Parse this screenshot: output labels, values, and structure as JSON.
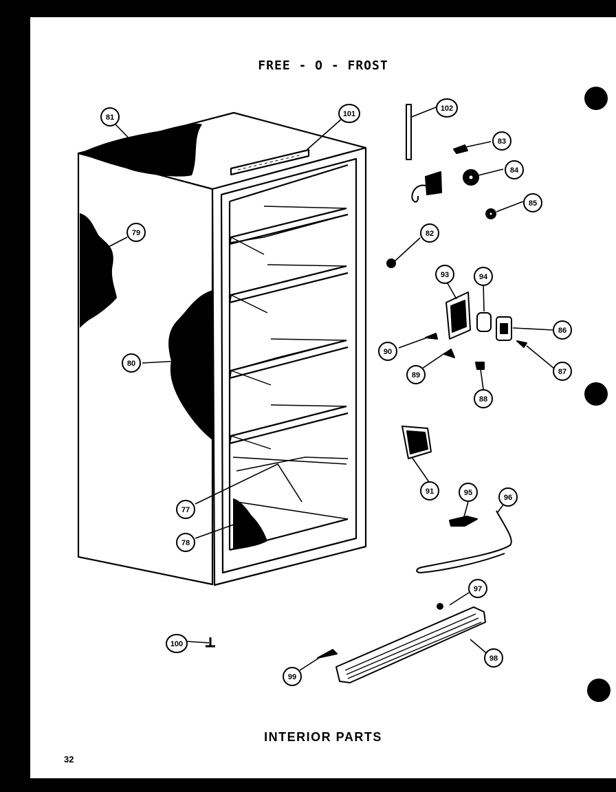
{
  "header": {
    "title": "FREE - O - FROST"
  },
  "footer": {
    "title": "INTERIOR PARTS",
    "page_number": "32"
  },
  "callouts": [
    {
      "id": "81"
    },
    {
      "id": "101"
    },
    {
      "id": "102"
    },
    {
      "id": "83"
    },
    {
      "id": "84"
    },
    {
      "id": "85"
    },
    {
      "id": "79"
    },
    {
      "id": "82"
    },
    {
      "id": "93"
    },
    {
      "id": "94"
    },
    {
      "id": "86"
    },
    {
      "id": "80"
    },
    {
      "id": "90"
    },
    {
      "id": "87"
    },
    {
      "id": "89"
    },
    {
      "id": "88"
    },
    {
      "id": "91"
    },
    {
      "id": "95"
    },
    {
      "id": "96"
    },
    {
      "id": "77"
    },
    {
      "id": "78"
    },
    {
      "id": "97"
    },
    {
      "id": "100"
    },
    {
      "id": "98"
    },
    {
      "id": "99"
    }
  ],
  "colors": {
    "ink": "#000000",
    "paper": "#ffffff"
  }
}
